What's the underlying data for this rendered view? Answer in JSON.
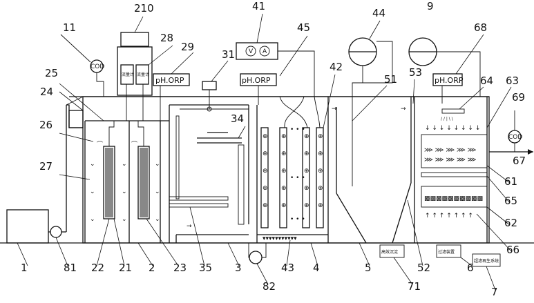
{
  "labels": {
    "n1": "1",
    "n2": "2",
    "n3": "3",
    "n4": "4",
    "n5": "5",
    "n6": "6",
    "n7": "7",
    "n9": "9",
    "n11": "11",
    "n21": "21",
    "n22": "22",
    "n23": "23",
    "n24": "24",
    "n25": "25",
    "n26": "26",
    "n27": "27",
    "n28": "28",
    "n29": "29",
    "n31": "31",
    "n34": "34",
    "n35": "35",
    "n41": "41",
    "n42": "42",
    "n43": "43",
    "n44": "44",
    "n45": "45",
    "n51": "51",
    "n52": "52",
    "n53": "53",
    "n61": "61",
    "n62": "62",
    "n63": "63",
    "n64": "64",
    "n65": "65",
    "n66": "66",
    "n67": "67",
    "n68": "68",
    "n69": "69",
    "n71": "71",
    "n81": "81",
    "n82": "82",
    "n210": "210"
  },
  "instruments": {
    "cod_left": "COD",
    "cod_right": "COD",
    "ph_orp_left": "pH.ORP",
    "ph_orp_mid": "pH.ORP",
    "ph_orp_prefix": "p",
    "ph_orp_right": "pH.ORP",
    "volt": "V",
    "amp": "A"
  },
  "boxes": {
    "box71": "高效沉淀",
    "box6": "过滤装置",
    "box7": "超滤再生系统",
    "meter_a": "流量计",
    "meter_b": "流量计"
  }
}
